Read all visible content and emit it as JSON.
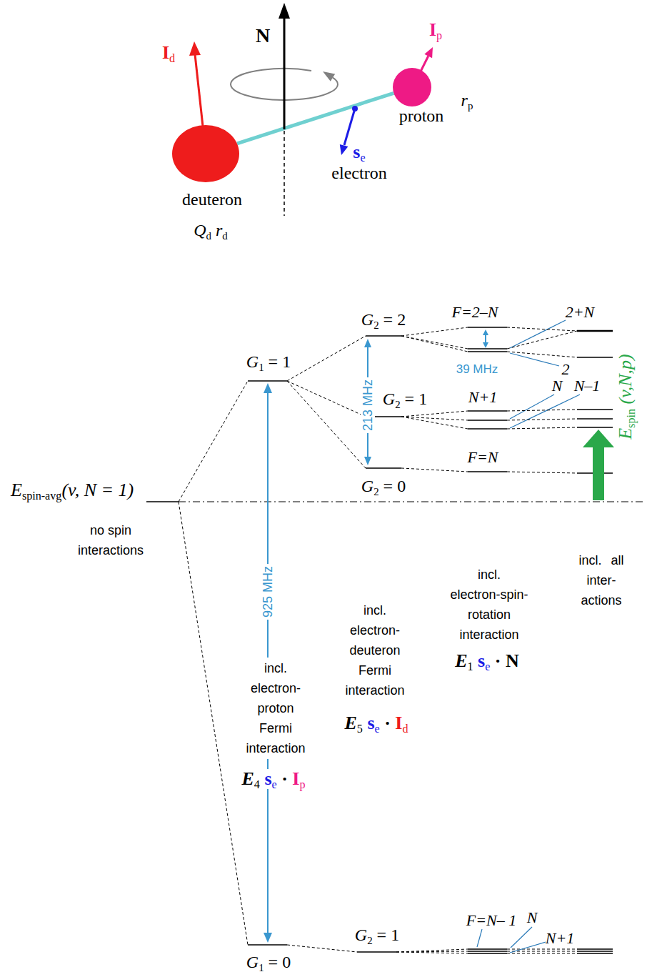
{
  "diagram": {
    "nodes": [
      {
        "text": [
          "deuteron"
        ]
      },
      {
        "text": [
          "proton"
        ]
      }
    ],
    "edges": [
      {
        "from": 0,
        "to": 1,
        "arrow": "none"
      }
    ],
    "labels": [
      "N",
      "I",
      "d",
      "I",
      "p",
      "r",
      "p",
      "s",
      "e",
      "electron",
      "Q",
      "d",
      "r",
      "d",
      "E",
      "spin-avg",
      "(v, N = 1)",
      "no spin interactions",
      "G",
      "1",
      "= 1",
      "925 MHz",
      "G",
      "2",
      "= 2",
      "213 MHz",
      "G",
      "2",
      "= 1",
      "G",
      "2",
      "= 0",
      "F=2–N",
      "2+N",
      "2",
      "39 MHz",
      "N+1",
      "N",
      "N–1",
      "F=N",
      "E",
      "spin",
      "(v,N,p)",
      "incl. all inter- actions",
      "incl. electron-spin-rotation interaction",
      "E",
      "1",
      "s",
      "e",
      "·",
      "N",
      "incl. electron-deuteron Fermi interaction",
      "E",
      "5",
      "s",
      "e",
      "·",
      "I",
      "d",
      "incl. electron-proton Fermi interaction",
      "E",
      "4",
      "s",
      "e",
      "·",
      "I",
      "p",
      "G",
      "1",
      "= 0",
      "G",
      "2",
      "= 1",
      "F=N– 1",
      "N",
      "N+1"
    ]
  }
}
